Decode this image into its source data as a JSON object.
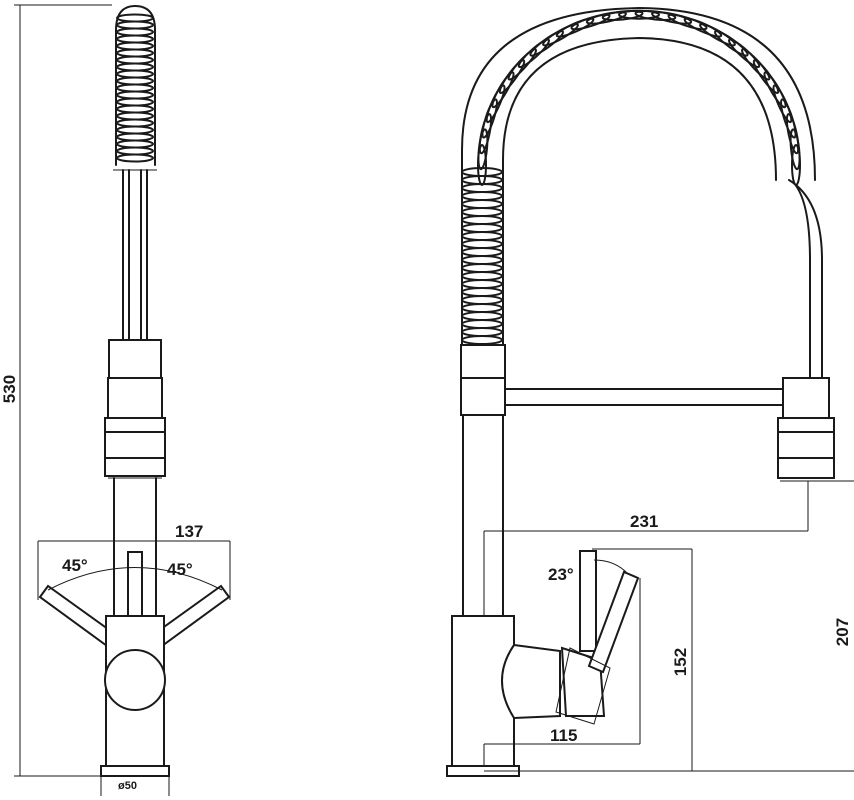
{
  "dimensions": {
    "total_height": "530",
    "handle_span": "137",
    "left_angle": "45°",
    "right_angle": "45°",
    "base_diameter": "ø50",
    "spout_reach": "231",
    "handle_tilt": "23°",
    "handle_height": "152",
    "spout_height": "207",
    "handle_depth": "115"
  }
}
